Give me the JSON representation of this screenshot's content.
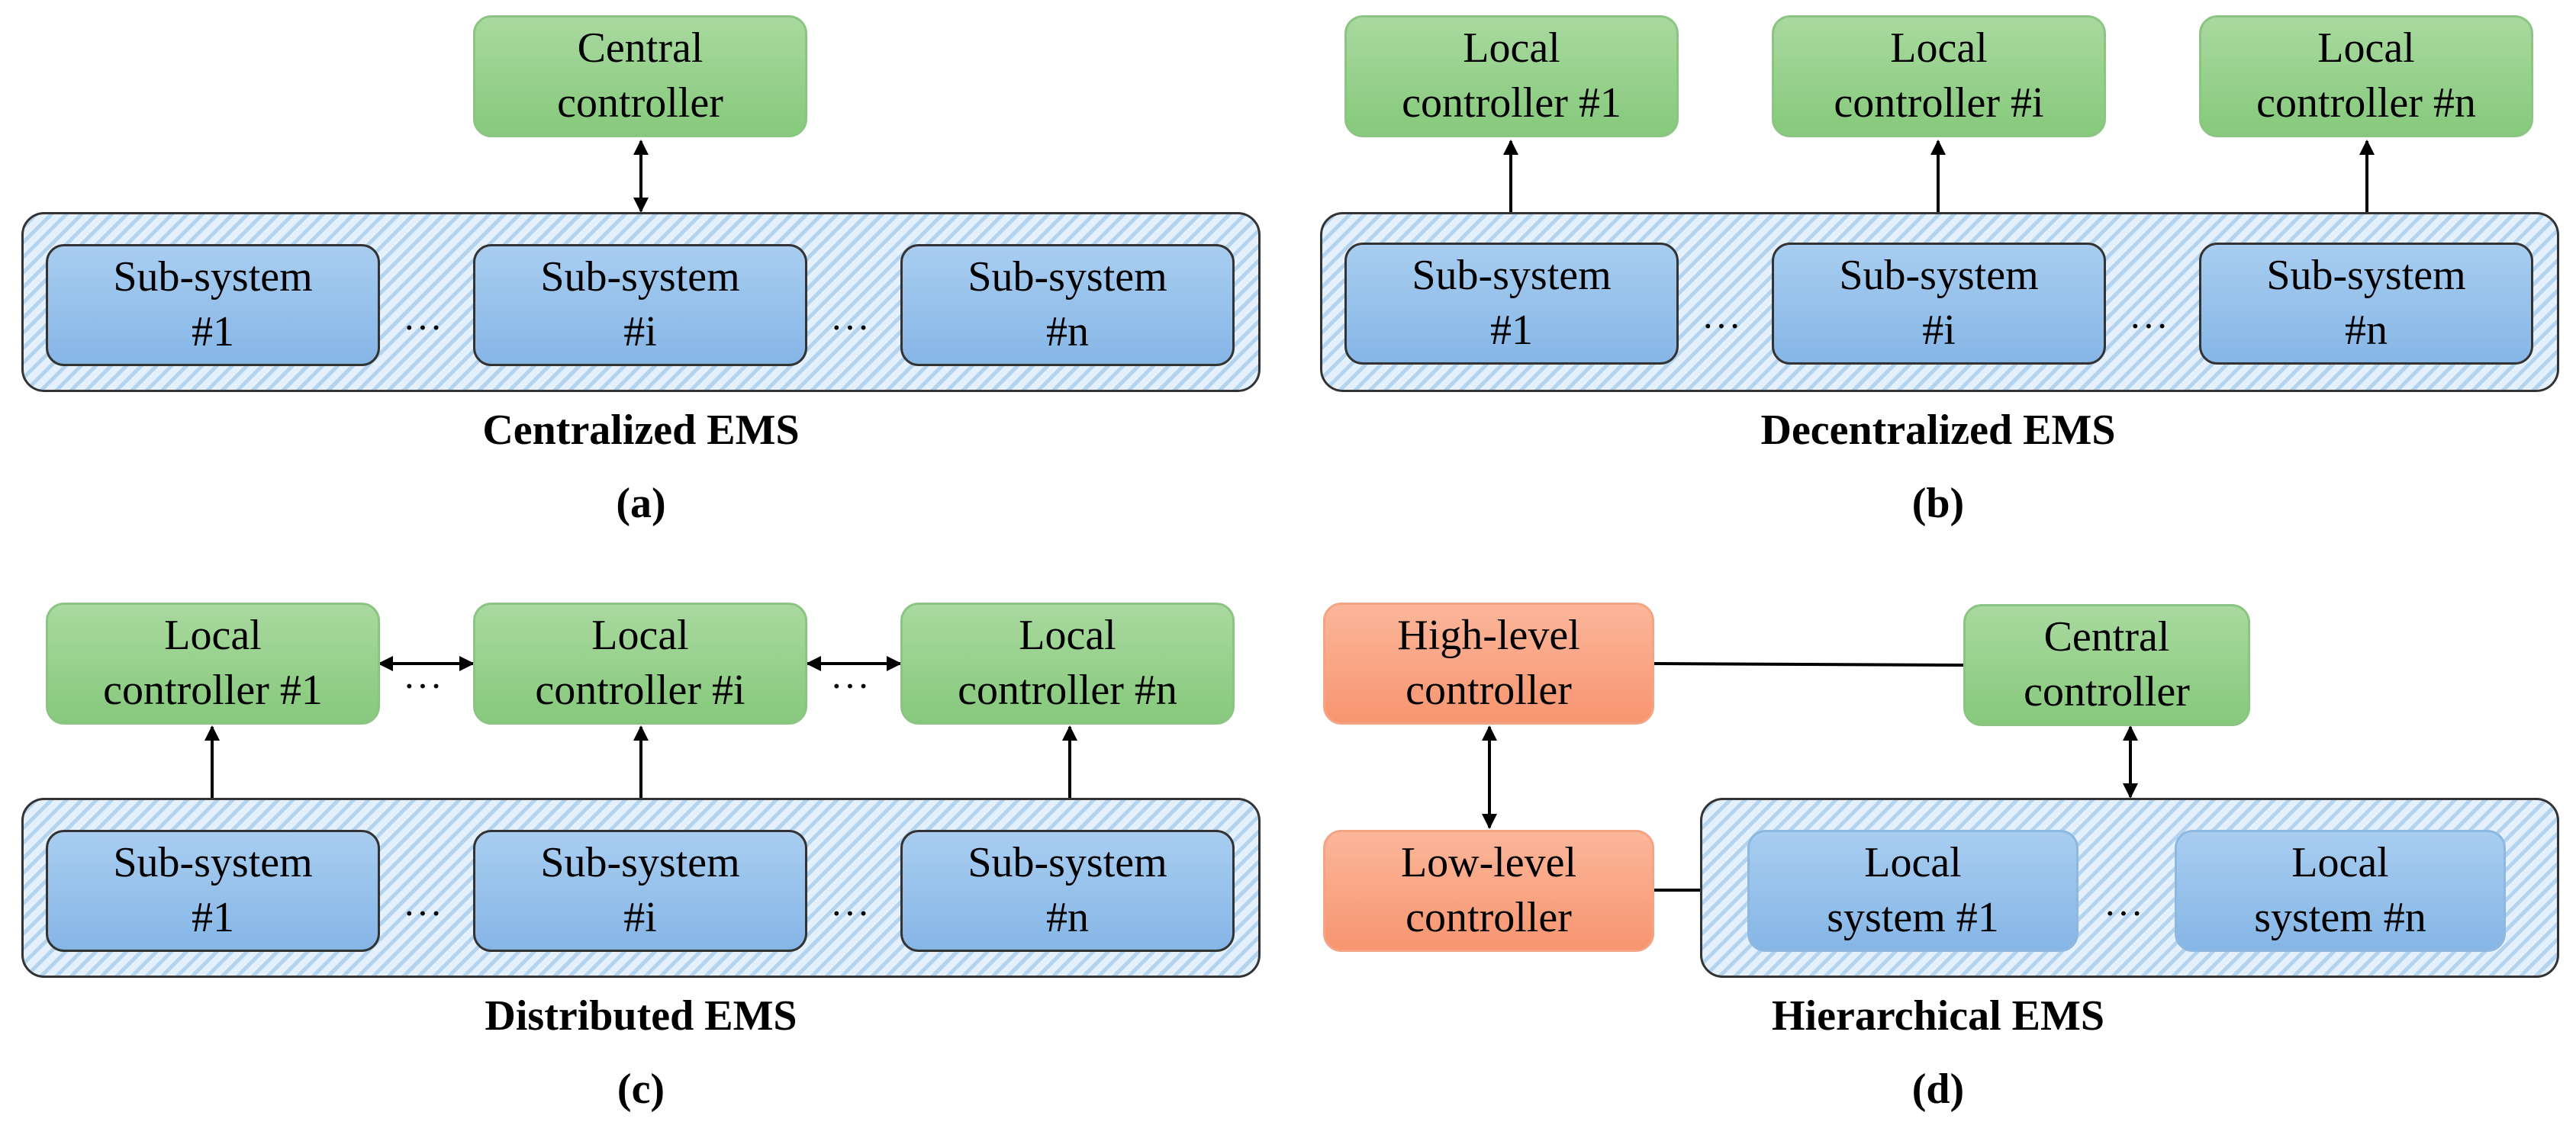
{
  "panel_a": {
    "central": {
      "line1": "Central",
      "line2": "controller"
    },
    "subs": [
      {
        "line1": "Sub-system",
        "line2": "#1"
      },
      {
        "line1": "Sub-system",
        "line2": "#i"
      },
      {
        "line1": "Sub-system",
        "line2": "#n"
      }
    ],
    "dots": "···",
    "title": "Centralized EMS",
    "label": "(a)"
  },
  "panel_b": {
    "locals": [
      {
        "line1": "Local",
        "line2": "controller #1"
      },
      {
        "line1": "Local",
        "line2": "controller #i"
      },
      {
        "line1": "Local",
        "line2": "controller #n"
      }
    ],
    "subs": [
      {
        "line1": "Sub-system",
        "line2": "#1"
      },
      {
        "line1": "Sub-system",
        "line2": "#i"
      },
      {
        "line1": "Sub-system",
        "line2": "#n"
      }
    ],
    "dots": "···",
    "title": "Decentralized EMS",
    "label": "(b)"
  },
  "panel_c": {
    "locals": [
      {
        "line1": "Local",
        "line2": "controller #1"
      },
      {
        "line1": "Local",
        "line2": "controller #i"
      },
      {
        "line1": "Local",
        "line2": "controller #n"
      }
    ],
    "subs": [
      {
        "line1": "Sub-system",
        "line2": "#1"
      },
      {
        "line1": "Sub-system",
        "line2": "#i"
      },
      {
        "line1": "Sub-system",
        "line2": "#n"
      }
    ],
    "dots": "···",
    "title": "Distributed EMS",
    "label": "(c)"
  },
  "panel_d": {
    "high": {
      "line1": "High-level",
      "line2": "controller"
    },
    "low": {
      "line1": "Low-level",
      "line2": "controller"
    },
    "central": {
      "line1": "Central",
      "line2": "controller"
    },
    "locals": [
      {
        "line1": "Local",
        "line2": "system #1"
      },
      {
        "line1": "Local",
        "line2": "system #n"
      }
    ],
    "dots": "···",
    "title": "Hierarchical EMS",
    "label": "(d)"
  },
  "colors": {
    "subsystem": "#9cc4ec",
    "controller": "#97d08c",
    "level_controller": "#f9a582",
    "group_stripe": "#b4d3ef",
    "outline": "#333333"
  }
}
